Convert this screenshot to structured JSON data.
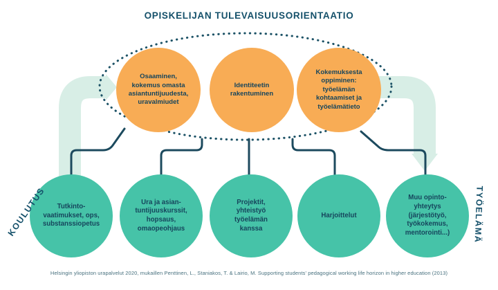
{
  "title": "OPISKELIJAN TULEVAISUUSORIENTAATIO",
  "top_circles": [
    {
      "text": "Osaaminen,\nkokemus omasta\nasiantuntijuudesta,\nuravalmiudet"
    },
    {
      "text": "Identiteetin\nrakentuminen"
    },
    {
      "text": "Kokemuksesta\noppiminen:\ntyöelämän\nkohtaamiset ja\ntyöelämätieto"
    }
  ],
  "bottom_circles": [
    {
      "text": "Tutkinto-\nvaatimukset, ops,\nsubstanssiopetus"
    },
    {
      "text": "Ura ja asian-\ntuntijuuskurssit,\nhopsaus,\nomaopeohjaus"
    },
    {
      "text": "Projektit,\nyhteistyö\ntyöelämän\nkanssa"
    },
    {
      "text": "Harjoittelut"
    },
    {
      "text": "Muu opinto-\nyhteytys\n(järjestötyö,\ntyökokemus,\nmentorointi...)"
    }
  ],
  "side_labels": {
    "left": "KOULUTUS",
    "right": "TYÖELÄMÄ"
  },
  "footer": "Helsingin yliopiston urapalvelut 2020, mukaillen Penttinen, L., Staniakos, T. & Lairio, M. Supporting students' pedagogical working life horizon in higher education (2013)",
  "colors": {
    "orange_circle": "#f8ac55",
    "teal_circle": "#46c3a8",
    "mint_band": "#d8eee6",
    "dark_text": "#16455c",
    "line": "#1c4a5e",
    "dotted_oval": "#1c5266"
  }
}
